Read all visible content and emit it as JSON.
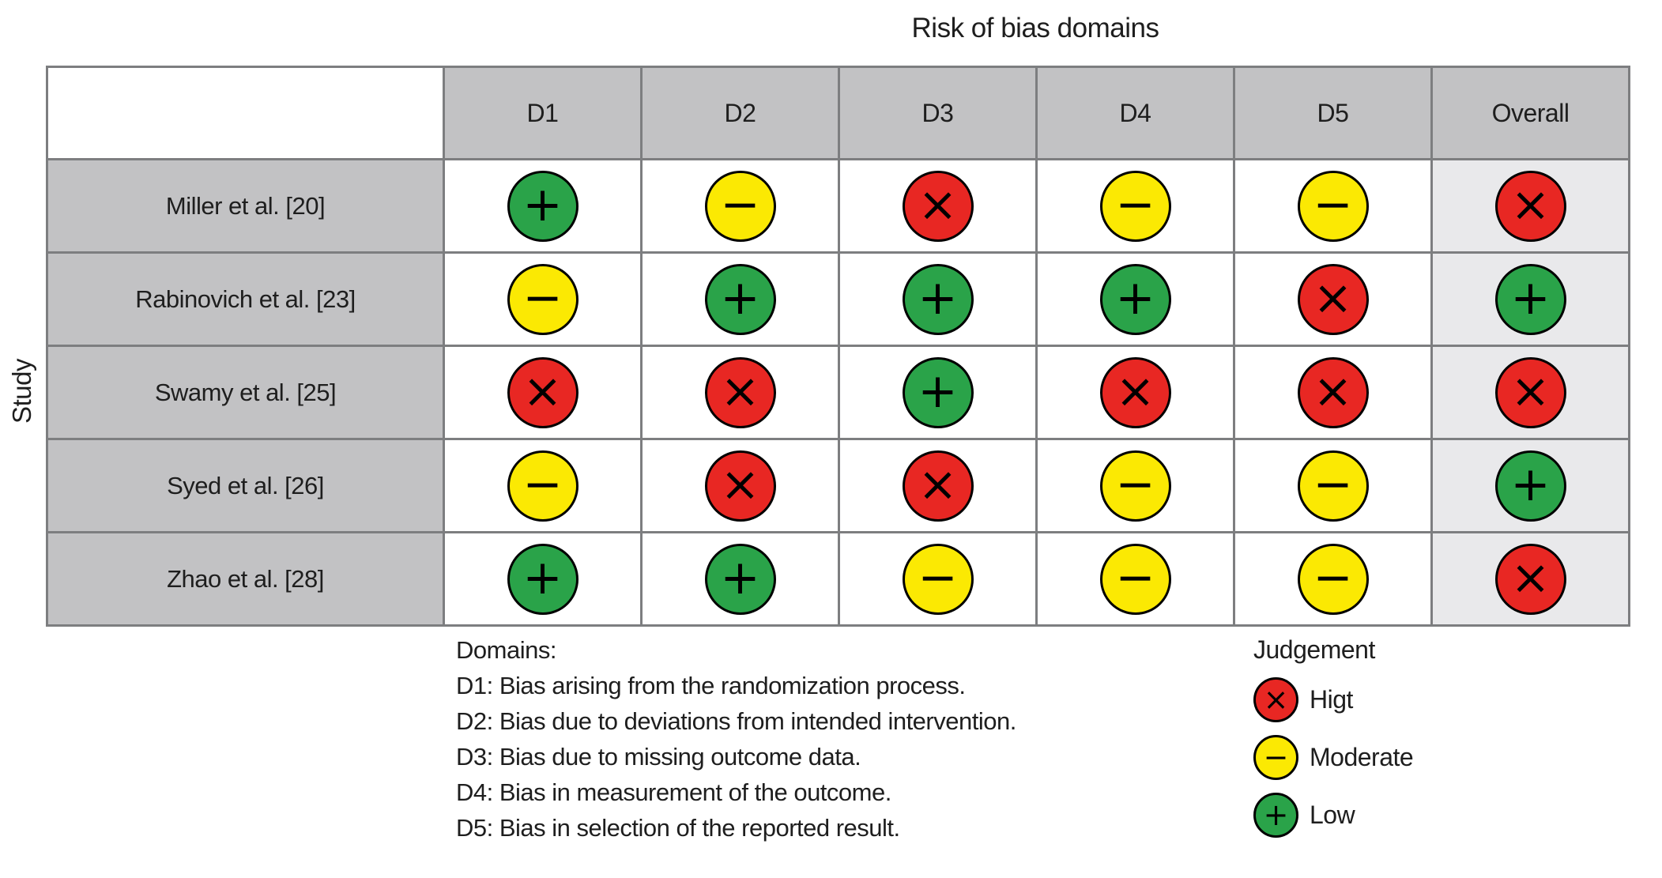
{
  "chart_data": {
    "type": "table",
    "title": "Risk of bias domains",
    "row_axis_label": "Study",
    "columns": [
      "D1",
      "D2",
      "D3",
      "D4",
      "D5",
      "Overall"
    ],
    "rows": [
      {
        "label": "Miller et al. [20]",
        "judgements": [
          "low",
          "moderate",
          "high",
          "moderate",
          "moderate"
        ],
        "overall": "high"
      },
      {
        "label": "Rabinovich et al. [23]",
        "judgements": [
          "moderate",
          "low",
          "low",
          "low",
          "high"
        ],
        "overall": "low"
      },
      {
        "label": "Swamy et al. [25]",
        "judgements": [
          "high",
          "high",
          "low",
          "high",
          "high"
        ],
        "overall": "high"
      },
      {
        "label": "Syed et al. [26]",
        "judgements": [
          "moderate",
          "high",
          "high",
          "moderate",
          "moderate"
        ],
        "overall": "low"
      },
      {
        "label": "Zhao et al. [28]",
        "judgements": [
          "low",
          "low",
          "moderate",
          "moderate",
          "moderate"
        ],
        "overall": "high"
      }
    ],
    "judgement_symbols": {
      "high": "×",
      "moderate": "−",
      "low": "+"
    },
    "judgement_colors": {
      "high": "#e82723",
      "moderate": "#fbe903",
      "low": "#2aa349"
    },
    "legend": {
      "title": "Judgement",
      "items": [
        {
          "judgement": "high",
          "label": "Higt"
        },
        {
          "judgement": "moderate",
          "label": "Moderate"
        },
        {
          "judgement": "low",
          "label": "Low"
        }
      ]
    },
    "footnotes": {
      "heading": "Domains:",
      "items": [
        "D1: Bias arising from the randomization process.",
        "D2: Bias due to deviations from intended intervention.",
        "D3: Bias due to missing outcome data.",
        "D4: Bias in measurement of the outcome.",
        "D5: Bias in selection of the reported result."
      ]
    },
    "layout": {
      "header_bg": "#c2c2c4",
      "row_label_bg": "#c2c2c4",
      "overall_col_bg": "#e9e9eb",
      "grid_line_color": "#7d7e80"
    }
  }
}
